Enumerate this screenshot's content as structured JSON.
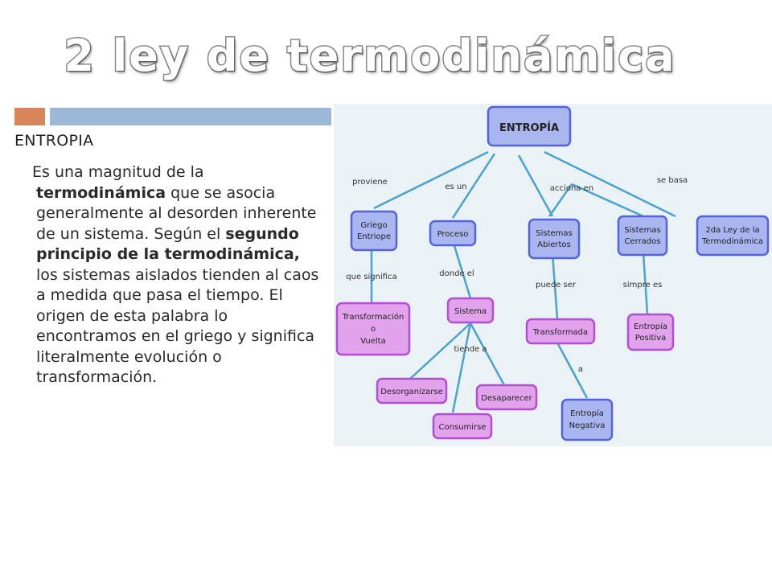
{
  "slide": {
    "title": "2 ley de termodinámica",
    "subtitle": "ENTROPIA",
    "paragraph": [
      {
        "text": "Es una magnitud de la ",
        "bold": false
      },
      {
        "text": "termodinámica",
        "bold": true
      },
      {
        "text": " que se asocia generalmente al desorden inherente de un sistema. Según el ",
        "bold": false
      },
      {
        "text": "segundo principio de la termodinámica,",
        "bold": true
      },
      {
        "text": " los sistemas aislados tienden al caos a medida que pasa el tiempo. El origen de esta palabra lo encontramos en el griego y significa literalmente evolución o transformación.",
        "bold": false
      }
    ]
  },
  "colors": {
    "accent_orange": "#d9855a",
    "accent_blue": "#9db8d6",
    "node_blue_fill": "#a9b6f0",
    "node_blue_stroke": "#5464d8",
    "node_purple_fill": "#e3a2ec",
    "node_purple_stroke": "#b04fcf",
    "line": "#4aa3cf"
  },
  "concept_map": {
    "root": "ENTROPÍA",
    "link_labels": {
      "proviene": "proviene",
      "es_un": "es un",
      "acciona_en": "acciona en",
      "se_basa": "se basa",
      "que_significa": "que significa",
      "donde_el": "donde el",
      "puede_ser": "puede ser",
      "simpre_es": "simpre es",
      "tiende_a": "tiende a",
      "a": "a"
    },
    "nodes": {
      "griego": [
        "Griego",
        "Entriope"
      ],
      "proceso": [
        "Proceso"
      ],
      "abiertos": [
        "Sistemas",
        "Abiertos"
      ],
      "cerrados": [
        "Sistemas",
        "Cerrados"
      ],
      "ley": [
        "2da Ley de la",
        "Termodinámica"
      ],
      "transformacion": [
        "Transformación",
        "o",
        "Vuelta"
      ],
      "sistema": [
        "Sistema"
      ],
      "transformada": [
        "Transformada"
      ],
      "positiva": [
        "Entropía",
        "Positiva"
      ],
      "desorganizarse": [
        "Desorganizarse"
      ],
      "desaparecer": [
        "Desaparecer"
      ],
      "consumirse": [
        "Consumirse"
      ],
      "negativa": [
        "Entropía",
        "Negativa"
      ]
    }
  }
}
